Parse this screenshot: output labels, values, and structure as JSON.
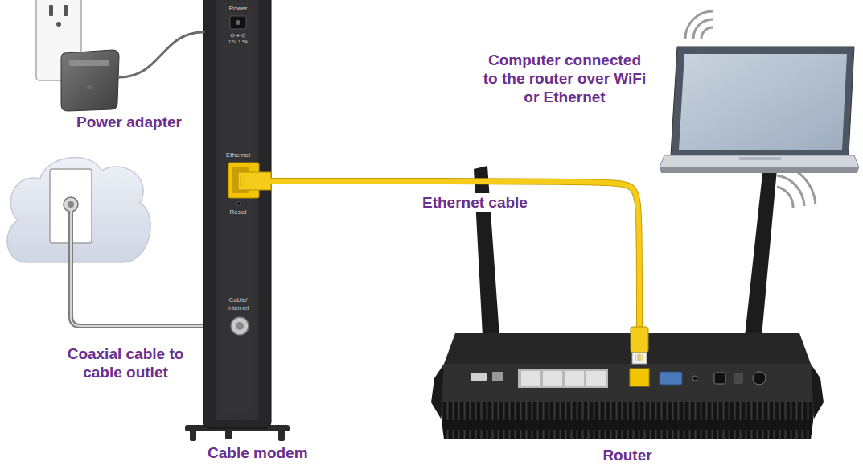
{
  "diagram": {
    "nodes": [
      {
        "text": [
          "Power adapter"
        ]
      },
      {
        "text": [
          "Cable modem"
        ]
      },
      {
        "text": [
          "Router"
        ]
      },
      {
        "text": [
          "Computer connected to the router over WiFi or Ethernet"
        ]
      }
    ],
    "edges": [
      {
        "from": 0,
        "to": 1,
        "arrow": "none"
      },
      {
        "from": 1,
        "to": 2,
        "label": "Ethernet cable",
        "arrow": "none"
      }
    ],
    "labels": [
      "Coaxial cable to cable outlet",
      "Power",
      "12V 1.5A",
      "Ethernet",
      "Reset",
      "Cable/ Internet"
    ]
  }
}
